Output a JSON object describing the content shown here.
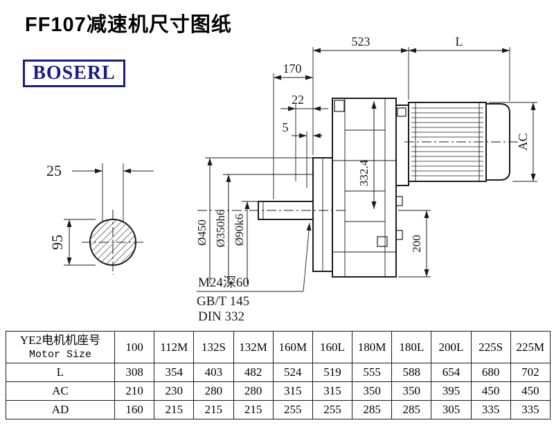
{
  "page": {
    "title": "FF107减速机尺寸图纸"
  },
  "logo": {
    "text": "BOSERL"
  },
  "drawing": {
    "dim_523": "523",
    "dim_L": "L",
    "dim_170": "170",
    "dim_22": "22",
    "dim_5": "5",
    "dim_25": "25",
    "dim_95": "95",
    "dim_450": "Ø450",
    "dim_350": "Ø350h6",
    "dim_90": "Ø90k6",
    "dim_332": "332.4",
    "dim_AC": "AC",
    "dim_200": "200",
    "note_1": "M24深60",
    "note_2": "GB/T 145",
    "note_3": "DIN 332"
  },
  "table": {
    "header_cn": "YE2电机机座号",
    "header_en": "Motor Size",
    "columns": [
      "100",
      "112M",
      "132S",
      "132M",
      "160M",
      "160L",
      "180M",
      "180L",
      "200L",
      "225S",
      "225M"
    ],
    "rows": [
      {
        "label": "L",
        "values": [
          "308",
          "354",
          "403",
          "482",
          "524",
          "519",
          "555",
          "588",
          "654",
          "680",
          "702"
        ]
      },
      {
        "label": "AC",
        "values": [
          "210",
          "230",
          "280",
          "280",
          "315",
          "315",
          "350",
          "350",
          "395",
          "450",
          "450"
        ]
      },
      {
        "label": "AD",
        "values": [
          "160",
          "215",
          "215",
          "215",
          "255",
          "255",
          "285",
          "285",
          "305",
          "335",
          "335"
        ]
      }
    ]
  }
}
